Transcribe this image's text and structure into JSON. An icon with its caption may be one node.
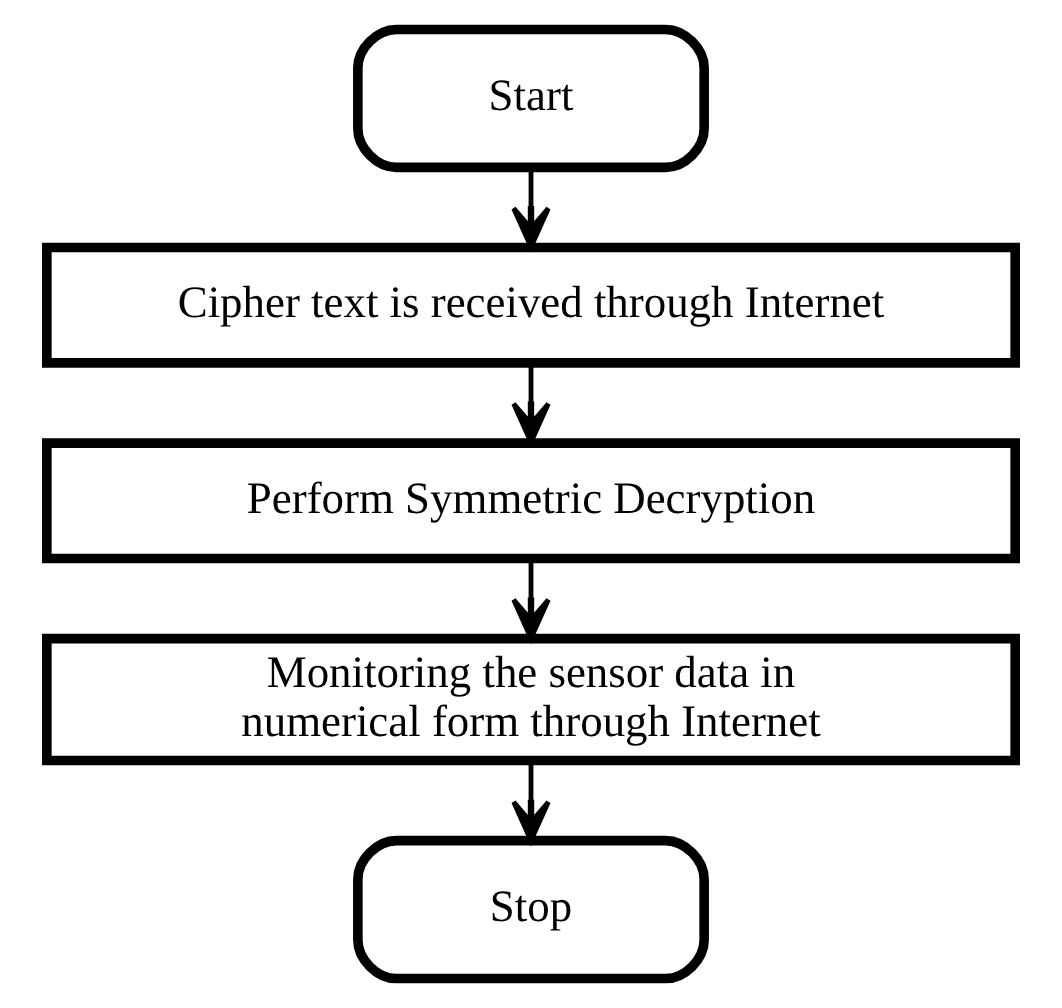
{
  "diagram": {
    "nodes": [
      {
        "text": [
          "Start"
        ]
      },
      {
        "text": [
          "Cipher text is received through Internet"
        ]
      },
      {
        "text": [
          "Perform Symmetric Decryption"
        ]
      },
      {
        "text": [
          "Monitoring the sensor data in numerical form through Internet"
        ]
      },
      {
        "text": [
          "Stop"
        ]
      }
    ],
    "edges": [
      {
        "from": 0,
        "to": 1,
        "arrow": "to"
      },
      {
        "from": 1,
        "to": 2,
        "arrow": "to"
      },
      {
        "from": 2,
        "to": 3,
        "arrow": "to"
      },
      {
        "from": 3,
        "to": 4,
        "arrow": "to"
      }
    ]
  }
}
